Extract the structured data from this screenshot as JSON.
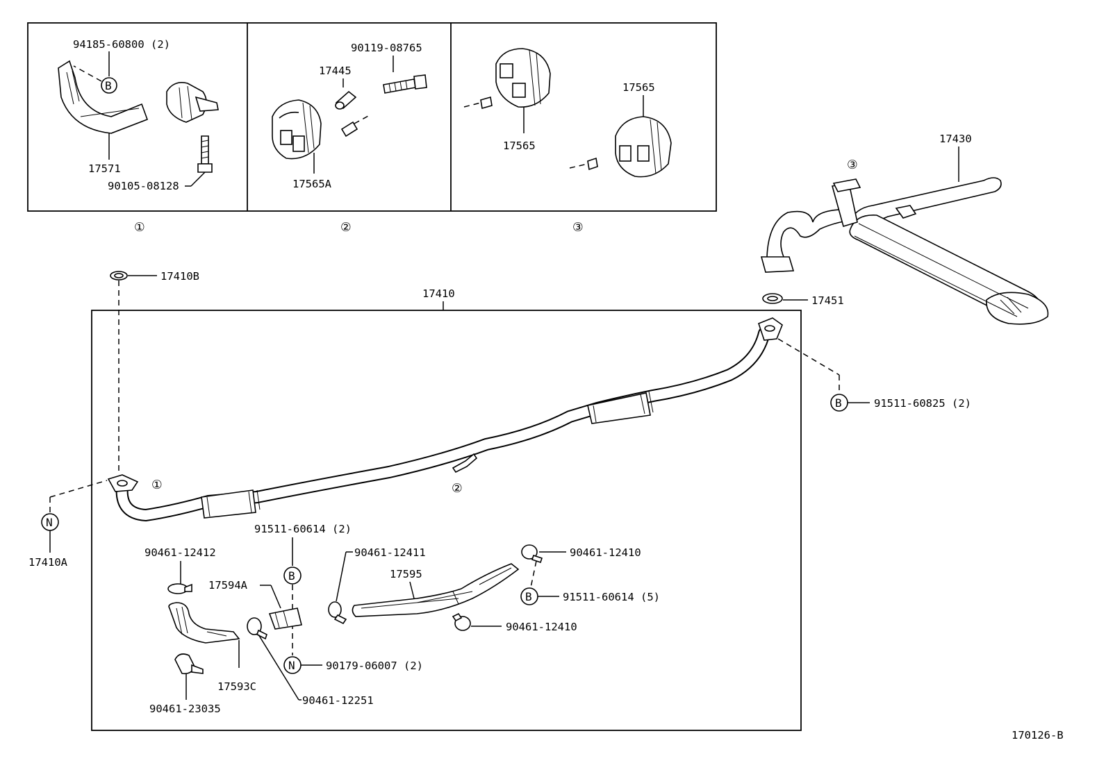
{
  "diagram_id": "170126-B",
  "detail_boxes": [
    {
      "marker": "①",
      "labels": [
        "94185-60800 (2)",
        "17571",
        "90105-08128"
      ],
      "fastener_marker": "B"
    },
    {
      "marker": "②",
      "labels": [
        "90119-08765",
        "17445",
        "17565A"
      ]
    },
    {
      "marker": "③",
      "labels": [
        "17565",
        "17565"
      ]
    }
  ],
  "callouts": {
    "gasket_front": "17410B",
    "front_pipe_assy": "17410",
    "gasket_rear": "17451",
    "tail_pipe": "17430",
    "nut_front": "17410A",
    "bolt_rear": "91511-60825 (2)",
    "clamp_a": "90461-12412",
    "bolt_b1": "91511-60614 (2)",
    "clamp_b": "90461-12411",
    "clamp_c": "90461-12410",
    "insulator_a": "17594A",
    "insulator_main": "17595",
    "bolt_b2": "91511-60614 (5)",
    "clamp_d": "90461-12410",
    "nut_n": "90179-06007 (2)",
    "insulator_c": "17593C",
    "clamp_e": "90461-23035",
    "clamp_f": "90461-12251"
  },
  "markers": {
    "one": "①",
    "two": "②",
    "three": "③",
    "b": "B",
    "n": "N"
  }
}
